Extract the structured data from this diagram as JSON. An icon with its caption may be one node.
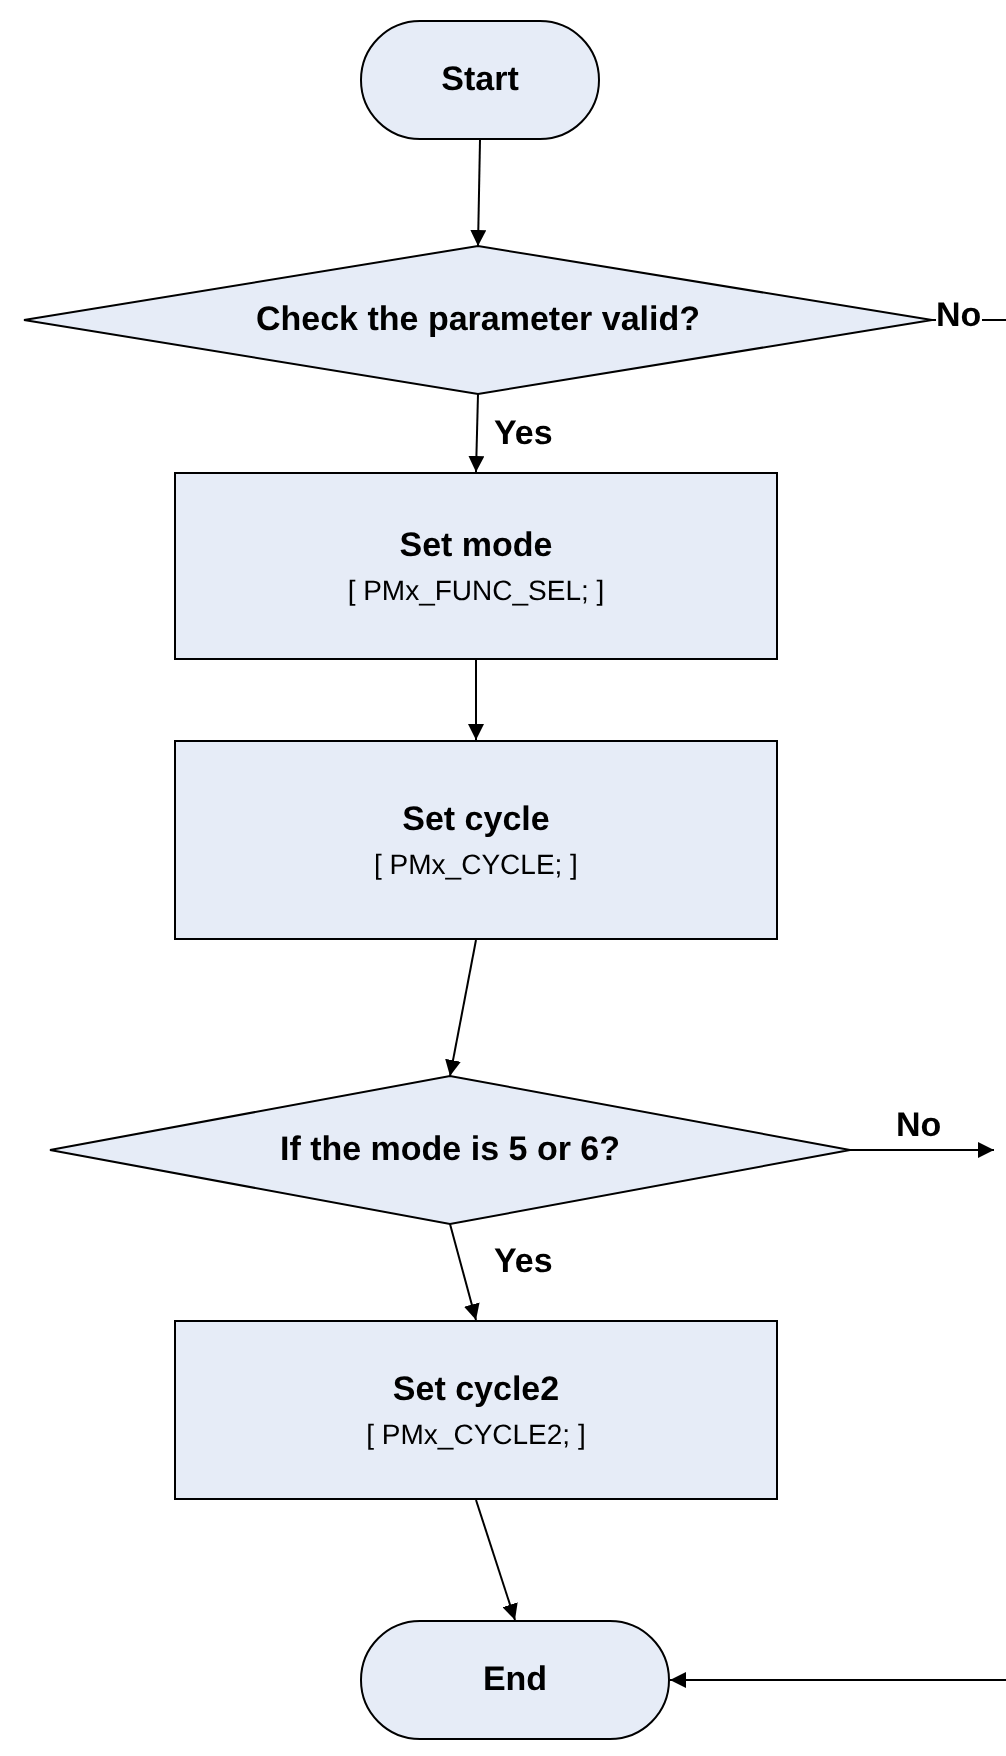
{
  "diagram": {
    "nodes": [
      {
        "text": [
          "Start"
        ]
      },
      {
        "text": [
          "Check the parameter valid?"
        ]
      },
      {
        "text": [
          "Set mode",
          "[ PMx_FUNC_SEL; ]"
        ]
      },
      {
        "text": [
          "Set cycle",
          "[ PMx_CYCLE; ]"
        ]
      },
      {
        "text": [
          "If the mode is 5 or 6?"
        ]
      },
      {
        "text": [
          "Set cycle2",
          "[ PMx_CYCLE2; ]"
        ]
      },
      {
        "text": [
          "End"
        ]
      }
    ],
    "edges": [
      {
        "from": 0,
        "to": 1,
        "arrow": "to"
      },
      {
        "from": 1,
        "to": 2,
        "arrow": "to",
        "label": "Yes"
      },
      {
        "from": 1,
        "to": null,
        "arrow": "none",
        "label": "No"
      },
      {
        "from": 2,
        "to": 3,
        "arrow": "to"
      },
      {
        "from": 3,
        "to": 4,
        "arrow": "to"
      },
      {
        "from": 4,
        "to": 5,
        "arrow": "to",
        "label": "Yes"
      },
      {
        "from": 4,
        "to": null,
        "arrow": "to",
        "label": "No"
      },
      {
        "from": 5,
        "to": 6,
        "arrow": "to"
      },
      {
        "from": null,
        "to": 6,
        "arrow": "to"
      }
    ]
  }
}
